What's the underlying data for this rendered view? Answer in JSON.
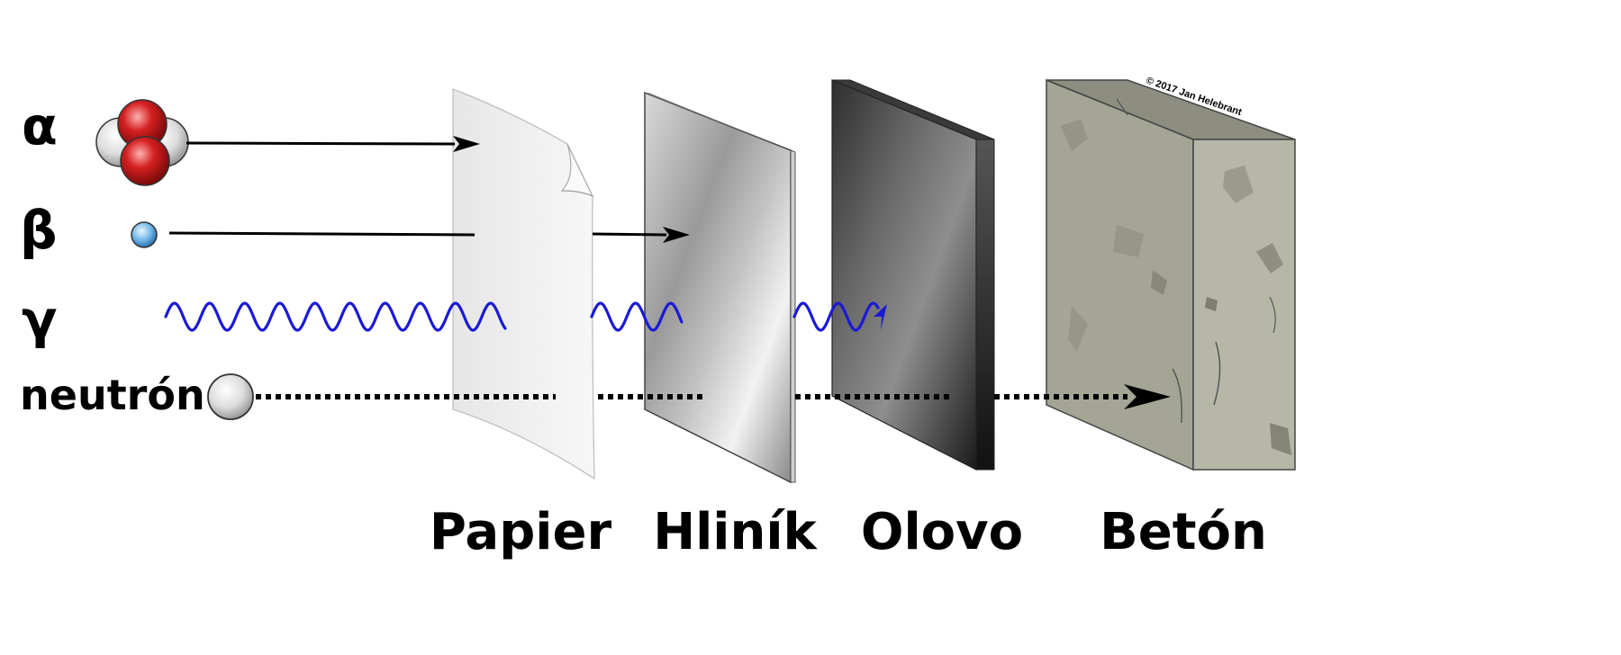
{
  "particles": {
    "alpha": "α",
    "beta": "β",
    "gamma": "γ",
    "neutron": "neutrón"
  },
  "materials": {
    "paper": "Papier",
    "aluminium": "Hliník",
    "lead": "Olovo",
    "concrete": "Betón"
  },
  "copyright": "© 2017 Jan Helebrant",
  "colors": {
    "alpha_proton": "#d42020",
    "alpha_neutron": "#d8d8d8",
    "beta_electron": "#6cb4e6",
    "gamma_wave": "#1a1ad6",
    "neutron": "#e0e0e0",
    "concrete": "#a5a595",
    "lead": "#555555"
  },
  "icons": {
    "alpha": "alpha-particle-cluster-icon",
    "beta": "electron-ball-icon",
    "neutron": "neutron-ball-icon"
  }
}
